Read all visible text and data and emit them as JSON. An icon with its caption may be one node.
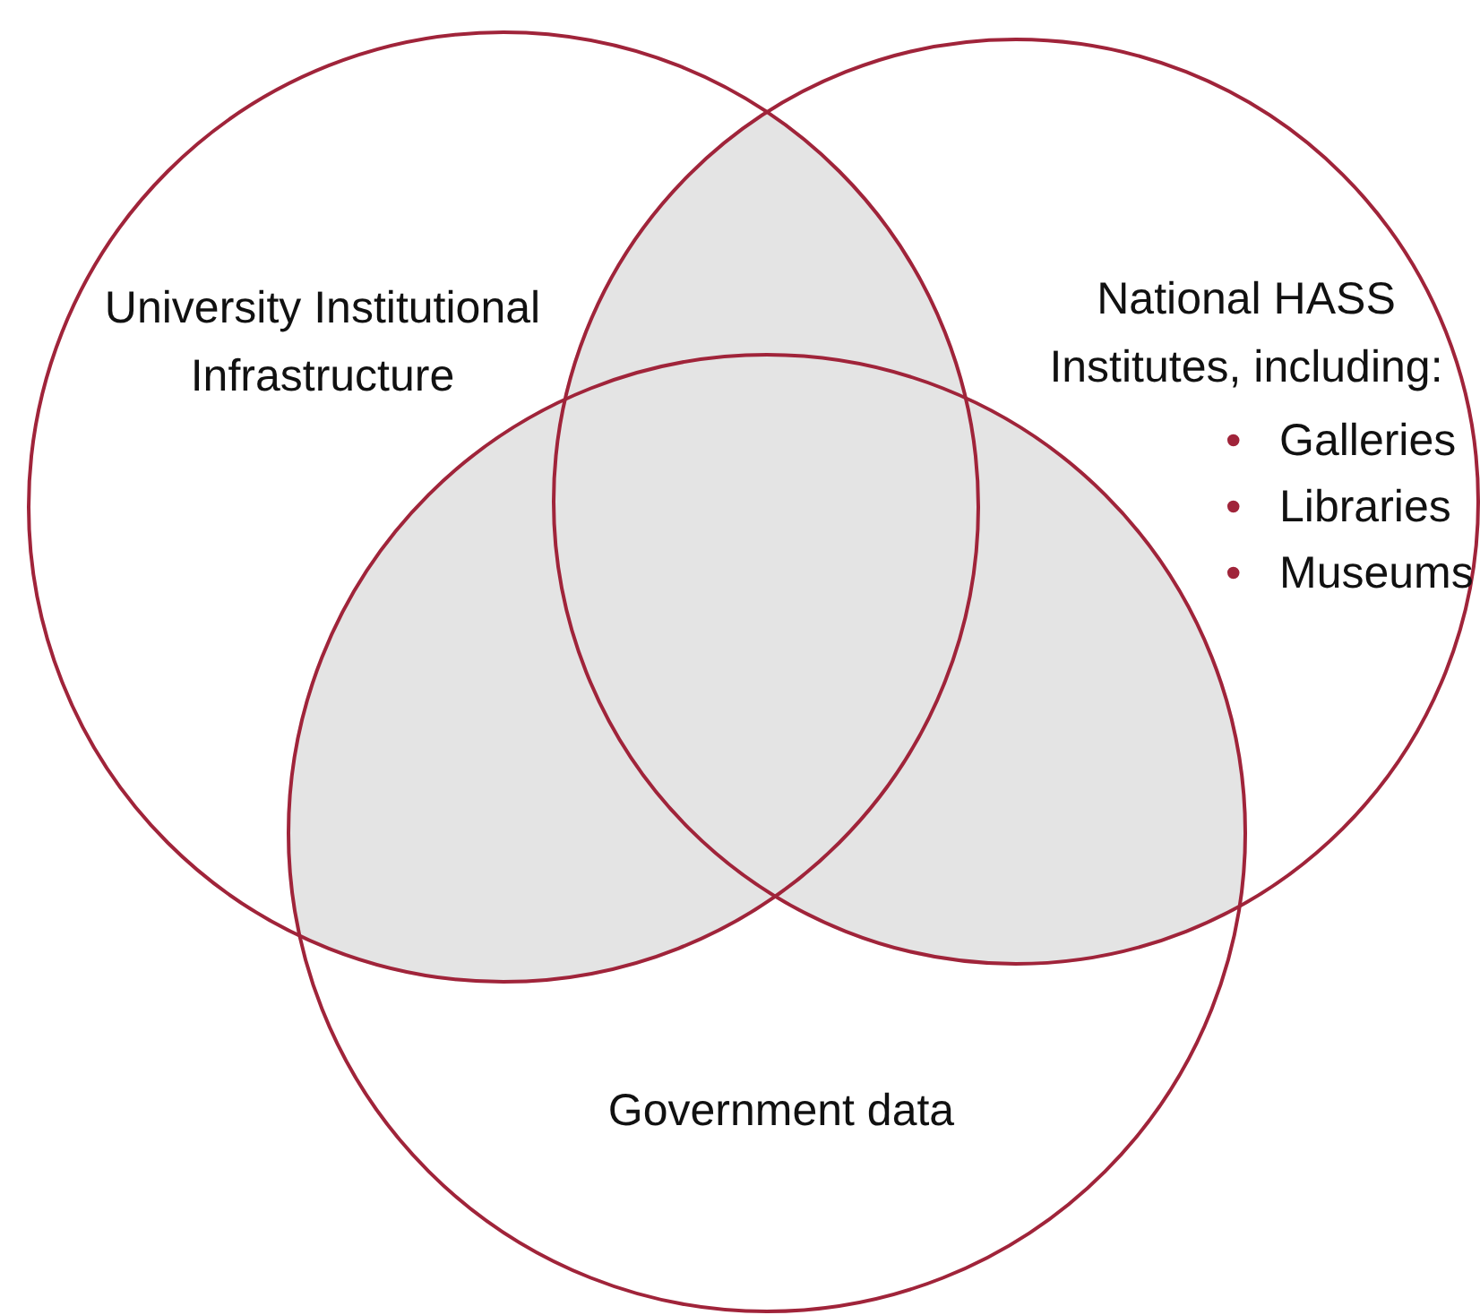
{
  "diagram": {
    "nodes": [
      {
        "text": [
          "University Institutional Infrastructure"
        ]
      },
      {
        "text": [
          "National HASS Institutes, including:",
          "• Galleries",
          "• Libraries",
          "• Museums"
        ]
      },
      {
        "text": [
          "Government data"
        ]
      }
    ]
  }
}
